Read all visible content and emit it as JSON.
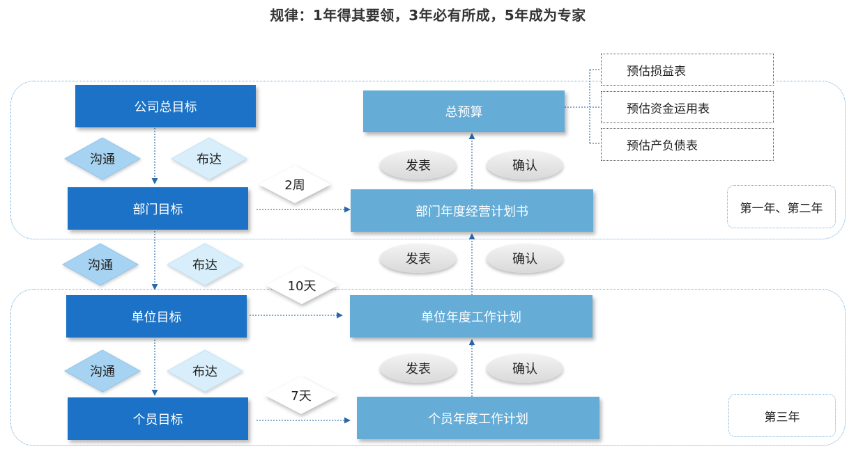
{
  "title": "规律：1年得其要领，3年必有所成，5年成为专家",
  "targets": {
    "company": "公司总目标",
    "department": "部门目标",
    "unit": "单位目标",
    "individual": "个员目标"
  },
  "plans": {
    "budget": "总预算",
    "department_plan": "部门年度经营计划书",
    "unit_plan": "单位年度工作计划",
    "individual_plan": "个员年度工作计划"
  },
  "reports": [
    "预估损益表",
    "预估资金运用表",
    "预估产负债表"
  ],
  "actions": {
    "communicate": "沟通",
    "assign": "布达",
    "publish": "发表",
    "confirm": "确认"
  },
  "durations": {
    "d1": "2周",
    "d2": "10天",
    "d3": "7天"
  },
  "phases": {
    "years_1_2": "第一年、第二年",
    "year_3": "第三年"
  },
  "colors": {
    "target_box": "#1b72c6",
    "plan_box": "#65acd7",
    "diamond_dark": "#a7d3f2",
    "diamond_light": "#d8eefb",
    "region_border": "#6aa8d8"
  }
}
